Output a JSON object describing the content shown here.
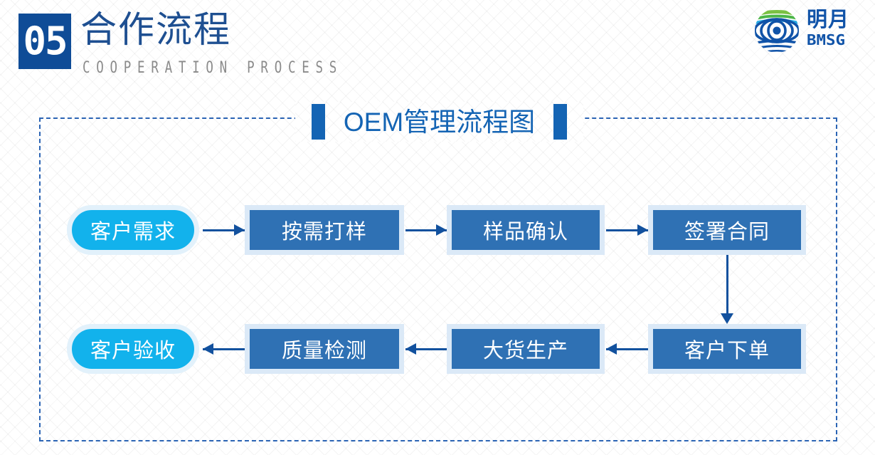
{
  "header": {
    "number": "05",
    "title_cn": "合作流程",
    "title_en": "COOPERATION PROCESS"
  },
  "logo": {
    "name_cn": "明月",
    "name_en": "BMSG",
    "mark": "globe-emblem-icon",
    "colors": {
      "green": "#6cb33f",
      "light_blue": "#29abe2",
      "dark_blue": "#1053a8"
    }
  },
  "diagram": {
    "title": "OEM管理流程图",
    "accent_color": "#1464b4",
    "panel_border_color": "#2b64b4",
    "nodes": [
      {
        "id": "customer-demand",
        "label": "客户需求",
        "style": "pill",
        "row": 1,
        "col": 1
      },
      {
        "id": "sampling-on-demand",
        "label": "按需打样",
        "style": "rect",
        "row": 1,
        "col": 2
      },
      {
        "id": "sample-confirm",
        "label": "样品确认",
        "style": "rect",
        "row": 1,
        "col": 3
      },
      {
        "id": "sign-contract",
        "label": "签署合同",
        "style": "rect",
        "row": 1,
        "col": 4
      },
      {
        "id": "customer-order",
        "label": "客户下单",
        "style": "rect",
        "row": 2,
        "col": 4
      },
      {
        "id": "bulk-production",
        "label": "大货生产",
        "style": "rect",
        "row": 2,
        "col": 3
      },
      {
        "id": "quality-inspection",
        "label": "质量检测",
        "style": "rect",
        "row": 2,
        "col": 2
      },
      {
        "id": "customer-acceptance",
        "label": "客户验收",
        "style": "pill",
        "row": 2,
        "col": 1
      }
    ],
    "connectors": [
      {
        "from": "customer-demand",
        "to": "sampling-on-demand",
        "direction": "right"
      },
      {
        "from": "sampling-on-demand",
        "to": "sample-confirm",
        "direction": "right"
      },
      {
        "from": "sample-confirm",
        "to": "sign-contract",
        "direction": "right"
      },
      {
        "from": "sign-contract",
        "to": "customer-order",
        "direction": "down"
      },
      {
        "from": "customer-order",
        "to": "bulk-production",
        "direction": "left"
      },
      {
        "from": "bulk-production",
        "to": "quality-inspection",
        "direction": "left"
      },
      {
        "from": "quality-inspection",
        "to": "customer-acceptance",
        "direction": "left"
      }
    ]
  }
}
